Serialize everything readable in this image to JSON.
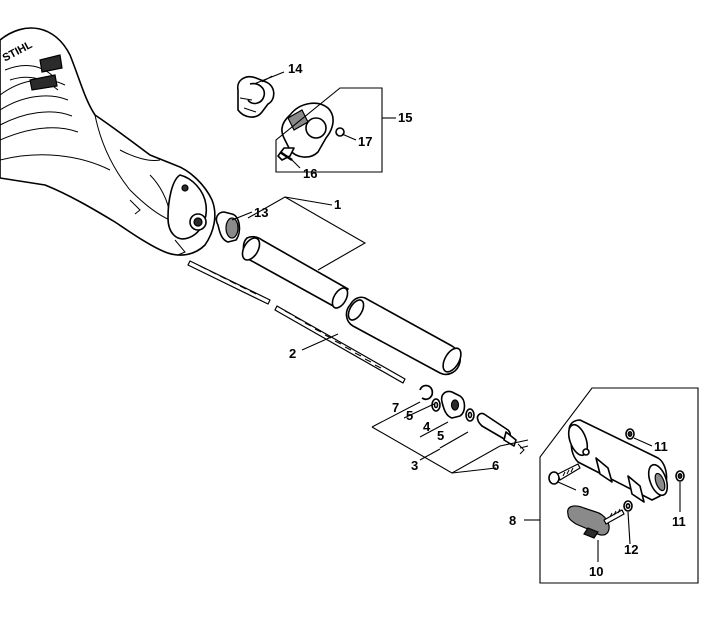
{
  "logo_text": "STIHL",
  "callouts": [
    {
      "id": "c1",
      "text": "1"
    },
    {
      "id": "c2",
      "text": "2"
    },
    {
      "id": "c3",
      "text": "3"
    },
    {
      "id": "c4",
      "text": "4"
    },
    {
      "id": "c5a",
      "text": "5"
    },
    {
      "id": "c5b",
      "text": "5"
    },
    {
      "id": "c6",
      "text": "6"
    },
    {
      "id": "c7",
      "text": "7"
    },
    {
      "id": "c8",
      "text": "8"
    },
    {
      "id": "c9",
      "text": "9"
    },
    {
      "id": "c10",
      "text": "10"
    },
    {
      "id": "c11a",
      "text": "11"
    },
    {
      "id": "c11b",
      "text": "11"
    },
    {
      "id": "c12",
      "text": "12"
    },
    {
      "id": "c13",
      "text": "13"
    },
    {
      "id": "c14",
      "text": "14"
    },
    {
      "id": "c15",
      "text": "15"
    },
    {
      "id": "c16",
      "text": "16"
    },
    {
      "id": "c17",
      "text": "17"
    }
  ]
}
